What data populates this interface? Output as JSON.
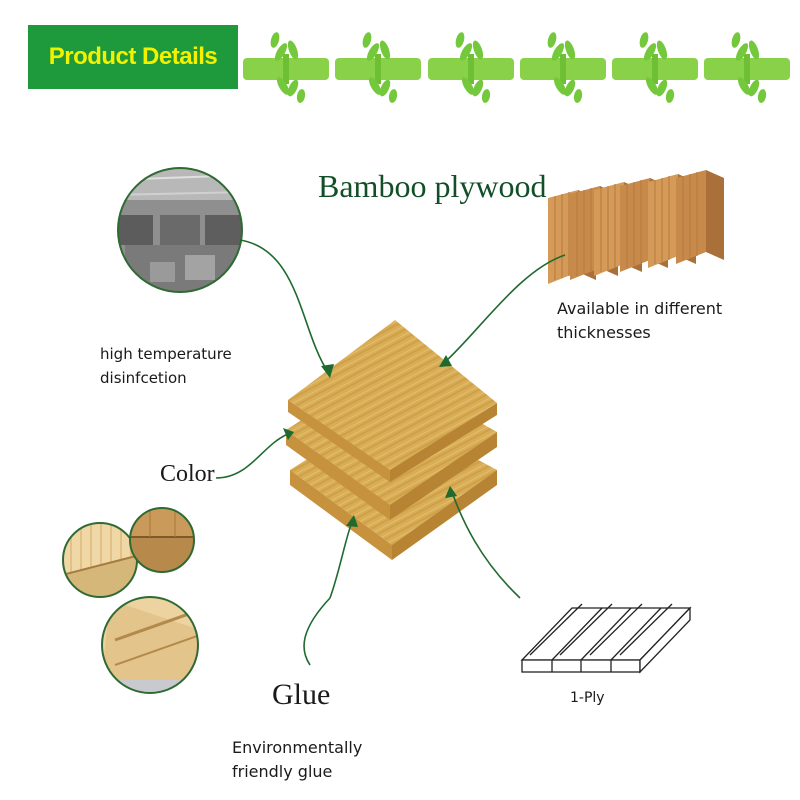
{
  "header": {
    "badge_text": "Product Details",
    "badge_color": "#1e9a3c",
    "text_color": "#f2f200",
    "bamboo_color": "#8ad14a"
  },
  "title": "Bamboo plywood",
  "callouts": {
    "heat": {
      "line1": "high temperature",
      "line2": "disinfcetion"
    },
    "thickness": {
      "line1": "Available in different",
      "line2": "thicknesses"
    },
    "color": {
      "label": "Color"
    },
    "glue": {
      "label": "Glue",
      "line1": "Environmentally",
      "line2": "friendly glue"
    },
    "ply": {
      "label": "1-Ply"
    }
  },
  "icons": [
    "bamboo-stalk-icon",
    "factory-photo",
    "bamboo-boards-photo",
    "bamboo-sample-photo",
    "ply-layer-icon"
  ]
}
